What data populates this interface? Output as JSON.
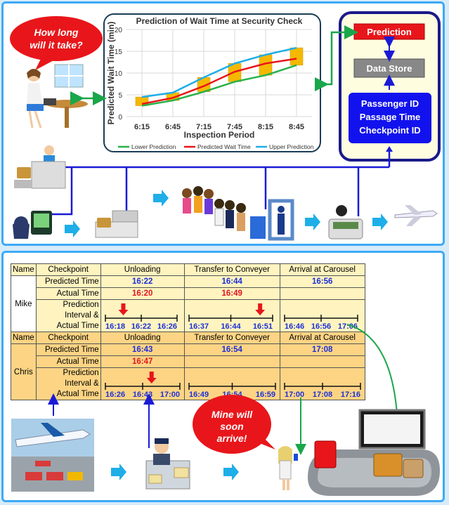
{
  "bubbles": {
    "ask": "How long will it take?",
    "ask_lines": [
      "How long",
      "will it take?"
    ],
    "arrive": "Mine will soon arrive!",
    "arrive_lines": [
      "Mine will",
      "soon",
      "arrive!"
    ]
  },
  "system": {
    "prediction": "Prediction",
    "data_store": "Data Store",
    "inputs": [
      "Passenger ID",
      "Passage Time",
      "Checkpoint ID"
    ]
  },
  "colors": {
    "lower": "#27b24a",
    "predicted": "#e8161b",
    "upper": "#1eaee8",
    "interval_bar": "#f5b800",
    "line": "#1a1ad6",
    "connector": "#1aa64a"
  },
  "chart_data": {
    "type": "line",
    "title": "Prediction of Wait Time at Security Check",
    "xlabel": "Inspection Period",
    "ylabel": "Predicted Wait Time (min)",
    "categories": [
      "6:15",
      "6:45",
      "7:15",
      "7:45",
      "8:15",
      "8:45"
    ],
    "ylim": [
      0,
      20
    ],
    "yticks": [
      0,
      5,
      10,
      15,
      20
    ],
    "grid": true,
    "legend": "bottom",
    "series": [
      {
        "name": "Lower Prediction",
        "values": [
          2.5,
          3.7,
          5.7,
          8.0,
          9.5,
          11.8
        ]
      },
      {
        "name": "Predicted Wait Time",
        "values": [
          2.9,
          4.3,
          7.0,
          10.3,
          12.2,
          13.3
        ]
      },
      {
        "name": "Upper Prediction",
        "values": [
          4.5,
          5.5,
          9.0,
          12.2,
          14.2,
          15.8
        ]
      }
    ]
  },
  "table": {
    "headers": {
      "name": "Name",
      "checkpoint": "Checkpoint",
      "stages": [
        "Unloading",
        "Transfer to Conveyer",
        "Arrival at Carousel"
      ]
    },
    "row_labels": {
      "predicted": "Predicted Time",
      "actual": "Actual Time",
      "interval": [
        "Prediction",
        "Interval &",
        "Actual Time"
      ]
    },
    "passengers": [
      {
        "name": "Mike",
        "predicted": [
          "16:22",
          "16:44",
          "16:56"
        ],
        "actual": [
          "16:20",
          "16:49",
          ""
        ],
        "intervals": [
          {
            "low": "16:18",
            "mid": "16:22",
            "high": "16:26",
            "actual_fraction": 0.25
          },
          {
            "low": "16:37",
            "mid": "16:44",
            "high": "16:51",
            "actual_fraction": 0.85
          },
          {
            "low": "16:46",
            "mid": "16:56",
            "high": "17:06",
            "actual_fraction": null
          }
        ]
      },
      {
        "name": "Chris",
        "predicted": [
          "16:43",
          "16:54",
          "17:08"
        ],
        "actual": [
          "16:47",
          "",
          ""
        ],
        "intervals": [
          {
            "low": "16:26",
            "mid": "16:43",
            "high": "17:00",
            "actual_fraction": 0.62
          },
          {
            "low": "16:49",
            "mid": "16:54",
            "high": "16:59",
            "actual_fraction": null
          },
          {
            "low": "17:00",
            "mid": "17:08",
            "high": "17:16",
            "actual_fraction": null
          }
        ]
      }
    ]
  }
}
